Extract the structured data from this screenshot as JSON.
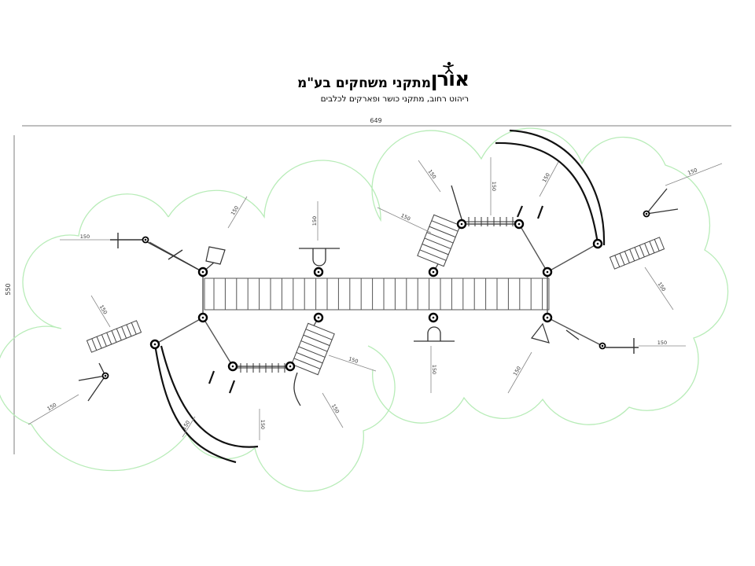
{
  "logo": {
    "mark": "אורן",
    "company": "מתקני משחקים בע\"מ",
    "tagline": "ריהוט רחוב, מתקני כושר ופארקים לכלבים",
    "figure_icon": "child-jumping-icon"
  },
  "plan": {
    "width_dim": "649",
    "height_dim": "550",
    "clearance_label": "150",
    "colors": {
      "safety_zone": "#b8ecb8",
      "equipment": "#000000",
      "dimension": "#999999"
    }
  }
}
